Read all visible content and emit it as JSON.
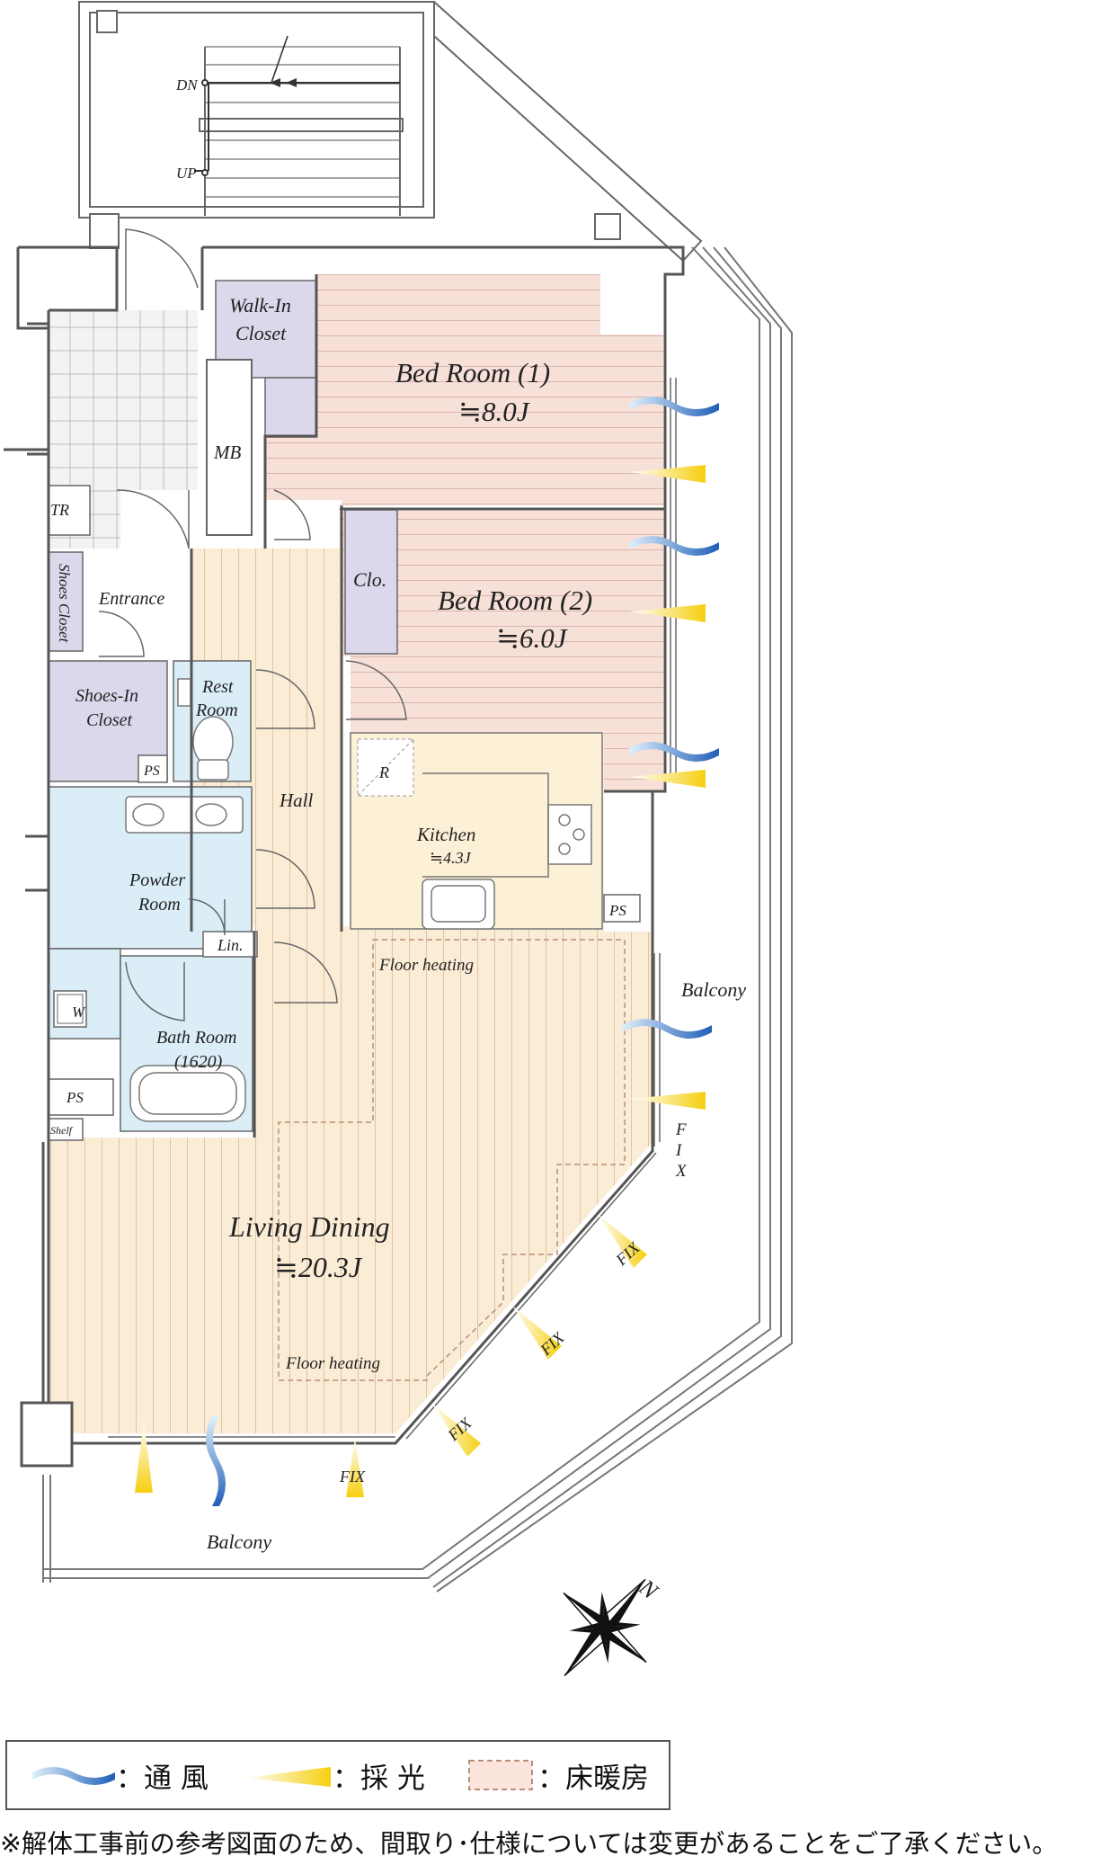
{
  "stairs": {
    "down": "DN",
    "up": "UP"
  },
  "rooms": {
    "bed1": {
      "name": "Bed Room (1)",
      "size": "≒8.0J"
    },
    "bed2": {
      "name": "Bed Room (2)",
      "size": "≒6.0J"
    },
    "walkin": {
      "line1": "Walk-In",
      "line2": "Closet"
    },
    "mb": "MB",
    "tr": "TR",
    "clo": "Clo.",
    "shoes_closet": "Shoes Closet",
    "entrance": "Entrance",
    "shoes_in": {
      "line1": "Shoes-In",
      "line2": "Closet"
    },
    "rest": {
      "line1": "Rest",
      "line2": "Room"
    },
    "hall": "Hall",
    "ps_top": "PS",
    "ps_right": "PS",
    "ps_left": "PS",
    "r": "R",
    "kitchen": {
      "name": "Kitchen",
      "size": "≒4.3J"
    },
    "powder": {
      "line1": "Powder",
      "line2": "Room"
    },
    "lin": "Lin.",
    "w": "W",
    "bath": {
      "line1": "Bath Room",
      "line2": "(1620)"
    },
    "shelf": "Shelf",
    "living": {
      "name": "Living Dining",
      "size": "≒20.3J"
    },
    "floor_heating_1": "Floor heating",
    "floor_heating_2": "Floor heating",
    "balcony_right": "Balcony",
    "balcony_bottom": "Balcony",
    "fix_vertical": "F\nI\nX",
    "fix_1": "FIX",
    "fix_2": "FIX",
    "fix_3": "FIX",
    "fix_4": "FIX"
  },
  "compass": "N",
  "legend": {
    "wind": "：通 風",
    "light": "：採 光",
    "heating": "：床暖房"
  },
  "note": "※解体工事前の参考図面のため、間取り･仕様については変更があることをご了承ください。",
  "colors": {
    "bed": "#f7e0d8",
    "living": "#fbecd6",
    "kitchen": "#fcf0d6",
    "closet": "#dcd8ec",
    "wet": "#dbeef8",
    "wind": "#1f5fb8",
    "light": "#f6cf10"
  }
}
